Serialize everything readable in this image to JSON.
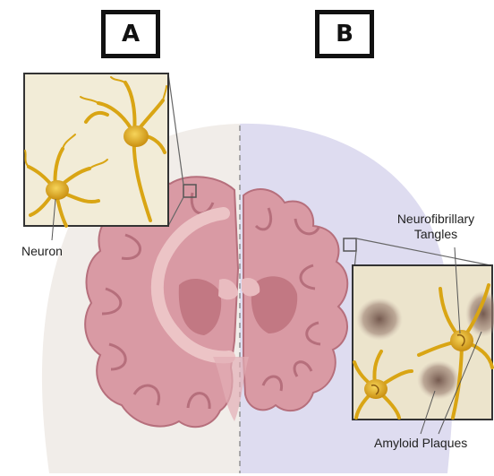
{
  "panels": {
    "left_label": "A",
    "right_label": "B"
  },
  "annotations": {
    "neuron": "Neuron",
    "tangles_line1": "Neurofibrillary",
    "tangles_line2": "Tangles",
    "plaques": "Amyloid Plaques"
  },
  "colors": {
    "healthy_background": "#f1ede9",
    "diseased_background": "#dedcf0",
    "brain_tissue": "#d99aa4",
    "brain_inner": "#ecc4c6",
    "ventricle": "#c27883",
    "neuron_gold": "#e2b21f",
    "plaque_brown": "#8a6a5a"
  }
}
